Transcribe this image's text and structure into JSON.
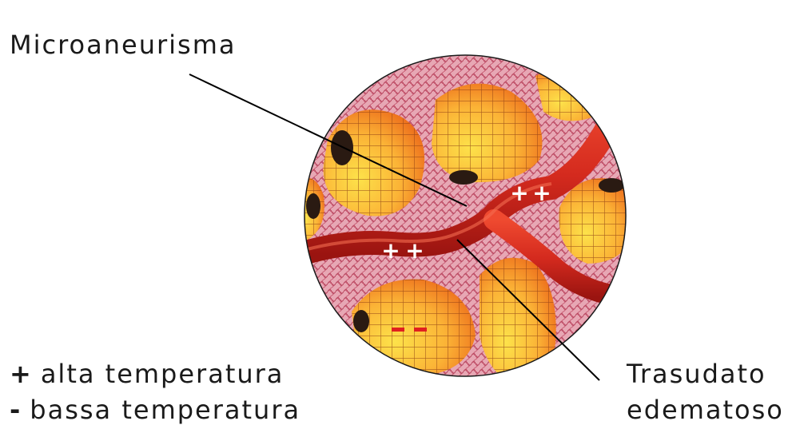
{
  "labels": {
    "microaneurysm": "Microaneurisma",
    "transudate_line1": "Trasudato",
    "transudate_line2": "edematoso"
  },
  "legend": [
    {
      "symbol": "+",
      "text": "alta temperatura"
    },
    {
      "symbol": "-",
      "text": "bassa temperatura"
    }
  ],
  "marks": {
    "plus": "+",
    "minus": "-"
  },
  "colors": {
    "vessel": "#d42a1e",
    "vessel_dark": "#a81410",
    "tissue": "#c44a62",
    "tissue_bg": "#e7a7b4",
    "cell_light": "#fde24a",
    "cell_dark": "#ec6a1a",
    "cell_grid": "#8a3a12",
    "cold_mark": "#e02020"
  }
}
